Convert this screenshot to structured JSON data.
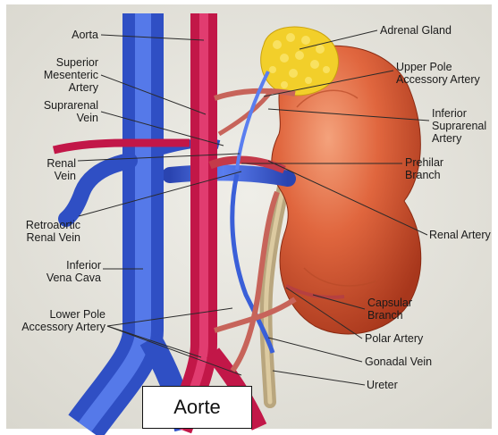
{
  "labels": {
    "aorta": "Aorta",
    "superior_mesenteric_artery": "Superior\nMesenteric\nArtery",
    "suprarenal_vein": "Suprarenal\nVein",
    "renal_vein": "Renal\nVein",
    "retroaortic_renal_vein": "Retroaortic\nRenal Vein",
    "inferior_vena_cava": "Inferior\nVena Cava",
    "lower_pole_accessory_artery": "Lower Pole\nAccessory Artery",
    "adrenal_gland": "Adrenal Gland",
    "upper_pole_accessory_artery": "Upper Pole\nAccessory Artery",
    "inferior_suprarenal_artery": "Inferior\nSuprarenal\nArtery",
    "prehilar_branch": "Prehilar\nBranch",
    "renal_artery": "Renal Artery",
    "capsular_branch": "Capsular\nBranch",
    "polar_artery": "Polar Artery",
    "gonadal_vein": "Gonadal Vein",
    "ureter": "Ureter"
  },
  "caption": "Aorte",
  "colors": {
    "background": "#e6e4dc",
    "vein_blue": "#3a5fd8",
    "artery_red": "#c8194a",
    "kidney": "#d9603c",
    "adrenal": "#f2cf2a",
    "ureter": "#c8b48a"
  }
}
